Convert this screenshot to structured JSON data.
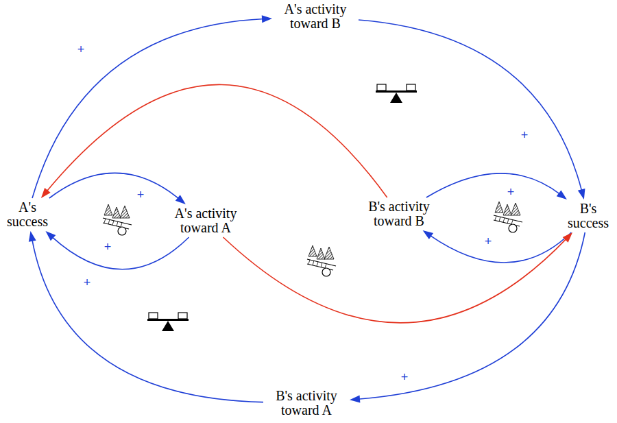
{
  "diagram": {
    "nodes": [
      {
        "text": [
          "A's activity toward B"
        ]
      },
      {
        "text": [
          "A's success"
        ]
      },
      {
        "text": [
          "A's activity toward A"
        ]
      },
      {
        "text": [
          "B's activity toward B"
        ]
      },
      {
        "text": [
          "B's success"
        ]
      },
      {
        "text": [
          "B's activity toward A"
        ]
      }
    ],
    "edges": [
      {
        "from": 1,
        "to": 0,
        "arrow": "to"
      },
      {
        "from": 0,
        "to": 4,
        "arrow": "to"
      },
      {
        "from": 3,
        "to": 1,
        "arrow": "to"
      },
      {
        "from": 1,
        "to": 2,
        "arrow": "to"
      },
      {
        "from": 2,
        "to": 1,
        "arrow": "to"
      },
      {
        "from": 3,
        "to": 4,
        "arrow": "to"
      },
      {
        "from": 4,
        "to": 3,
        "arrow": "to"
      },
      {
        "from": 2,
        "to": 4,
        "arrow": "to"
      },
      {
        "from": 4,
        "to": 5,
        "arrow": "to"
      },
      {
        "from": 5,
        "to": 1,
        "arrow": "to"
      }
    ],
    "labels": [
      "+",
      "+",
      "+",
      "+",
      "+",
      "+",
      "+",
      "+"
    ]
  }
}
